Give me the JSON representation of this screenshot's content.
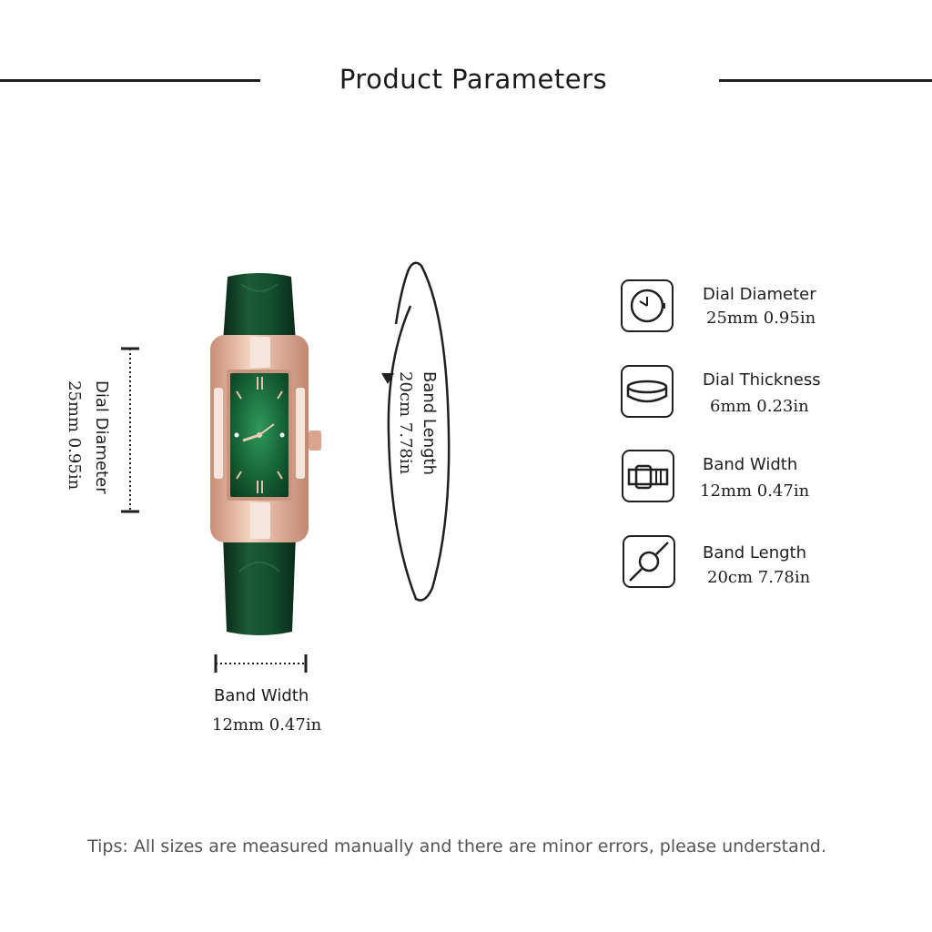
{
  "header": {
    "title": "Product Parameters"
  },
  "left_dimension": {
    "label": "Dial Diameter",
    "value": "25mm 0.95in"
  },
  "band_length_dimension": {
    "label": "Band Length",
    "value": "20cm  7.78in"
  },
  "band_width_dimension": {
    "label": "Band Width",
    "value": "12mm   0.47in"
  },
  "params": [
    {
      "icon": "watch-face-icon",
      "label": "Dial Diameter",
      "value": "25mm 0.95in"
    },
    {
      "icon": "disc-thickness-icon",
      "label": "Dial Thickness",
      "value": "6mm  0.23in"
    },
    {
      "icon": "buckle-icon",
      "label": "Band Width",
      "value": "12mm 0.47in"
    },
    {
      "icon": "strap-length-icon",
      "label": "Band Length",
      "value": "20cm 7.78in"
    }
  ],
  "tips": "Tips: All sizes are measured manually and there are minor errors, please understand.",
  "colors": {
    "strap": "#0e3b22",
    "case": "#e6b8a2",
    "dial": "#1a6a3c",
    "accent": "#1f1f1f"
  }
}
